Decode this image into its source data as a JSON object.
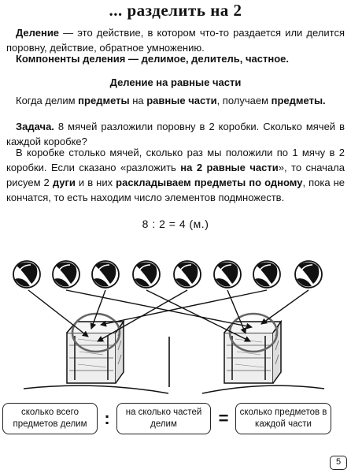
{
  "page_title": "... разделить на 2",
  "definition": {
    "term": "Деление",
    "text": " — это действие, в котором что-то раздается или делится поровну, действие, обратное умножению."
  },
  "components": {
    "lead": "Компоненты деления — ",
    "items": "делимое, делитель, частное."
  },
  "section_title": "Деление на равные части",
  "para1": {
    "t1": "Когда делим ",
    "b1": "предметы",
    "t2": " на ",
    "b2": "равные части",
    "t3": ", получаем ",
    "b3": "предметы."
  },
  "task": {
    "label": "Задача.",
    "text": " 8 мячей разложили поровну в 2 коробки. Сколько мячей в каждой коробке?"
  },
  "para2": {
    "t1": "В коробке столько мячей, сколько раз мы положили по 1 мячу в 2 коробки. Если сказано «разложить ",
    "b1": "на 2 равные части",
    "t2": "», то сначала рисуем 2 ",
    "b2": "дуги",
    "t3": " и в них ",
    "b3": "раскладываем предметы по одному",
    "t4": ", пока не кончатся, то есть находим число элементов подмножеств."
  },
  "formula": "8 : 2 = 4 (м.)",
  "illustration": {
    "balls": 8,
    "boxes": 2,
    "groups": 2
  },
  "formula_boxes": {
    "dividend": "сколько всего предметов делим",
    "divide_sign": ":",
    "divisor": "на сколько частей делим",
    "equals_sign": "=",
    "quotient": "сколько предметов в каждой части"
  },
  "page_number": "5"
}
